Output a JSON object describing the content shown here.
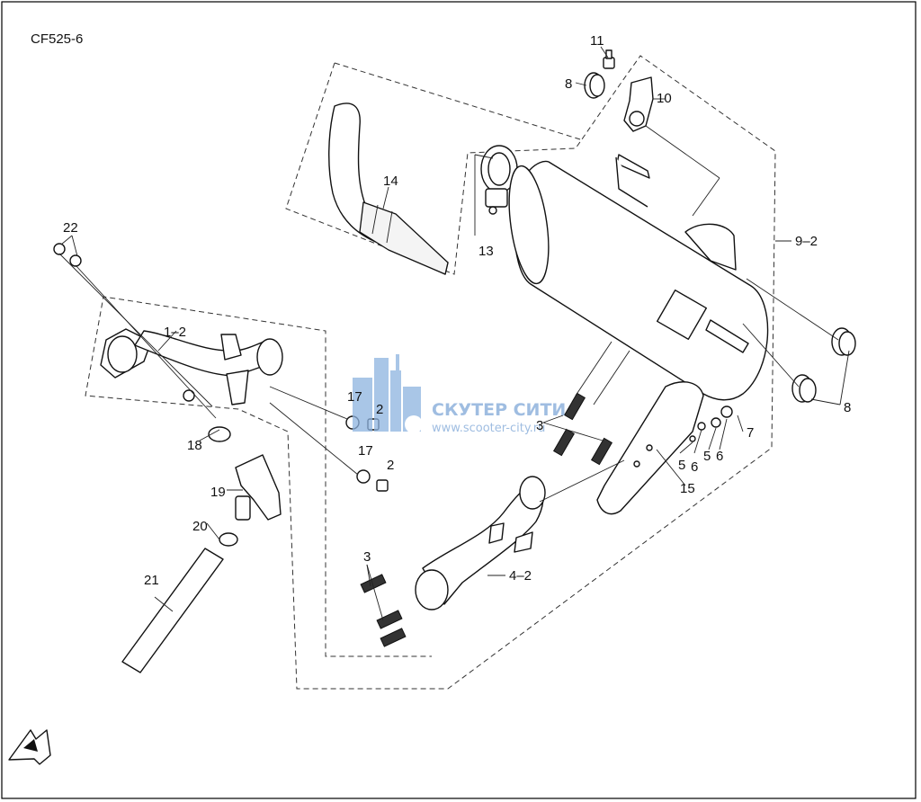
{
  "diagram_code": "CF525-6",
  "watermark": {
    "title": "СКУТЕР СИТИ",
    "url": "www.scooter-city.ru"
  },
  "callouts": [
    {
      "id": "c11",
      "text": "11"
    },
    {
      "id": "c8a",
      "text": "8"
    },
    {
      "id": "c10",
      "text": "10"
    },
    {
      "id": "c14",
      "text": "14"
    },
    {
      "id": "c13",
      "text": "13"
    },
    {
      "id": "c9_2",
      "text": "9–2"
    },
    {
      "id": "c22",
      "text": "22"
    },
    {
      "id": "c1_2",
      "text": "1–2"
    },
    {
      "id": "c8b",
      "text": "8"
    },
    {
      "id": "c17a",
      "text": "17"
    },
    {
      "id": "c2a",
      "text": "2"
    },
    {
      "id": "c3a",
      "text": "3"
    },
    {
      "id": "c7",
      "text": "7"
    },
    {
      "id": "c18",
      "text": "18"
    },
    {
      "id": "c17b",
      "text": "17"
    },
    {
      "id": "c2b",
      "text": "2"
    },
    {
      "id": "c5a",
      "text": "5"
    },
    {
      "id": "c6a",
      "text": "6"
    },
    {
      "id": "c5b",
      "text": "5"
    },
    {
      "id": "c6b",
      "text": "6"
    },
    {
      "id": "c19",
      "text": "19"
    },
    {
      "id": "c15",
      "text": "15"
    },
    {
      "id": "c20",
      "text": "20"
    },
    {
      "id": "c3b",
      "text": "3"
    },
    {
      "id": "c4_2",
      "text": "4–2"
    },
    {
      "id": "c21",
      "text": "21"
    }
  ],
  "front_arrow_icon": "front-direction-arrow-icon"
}
